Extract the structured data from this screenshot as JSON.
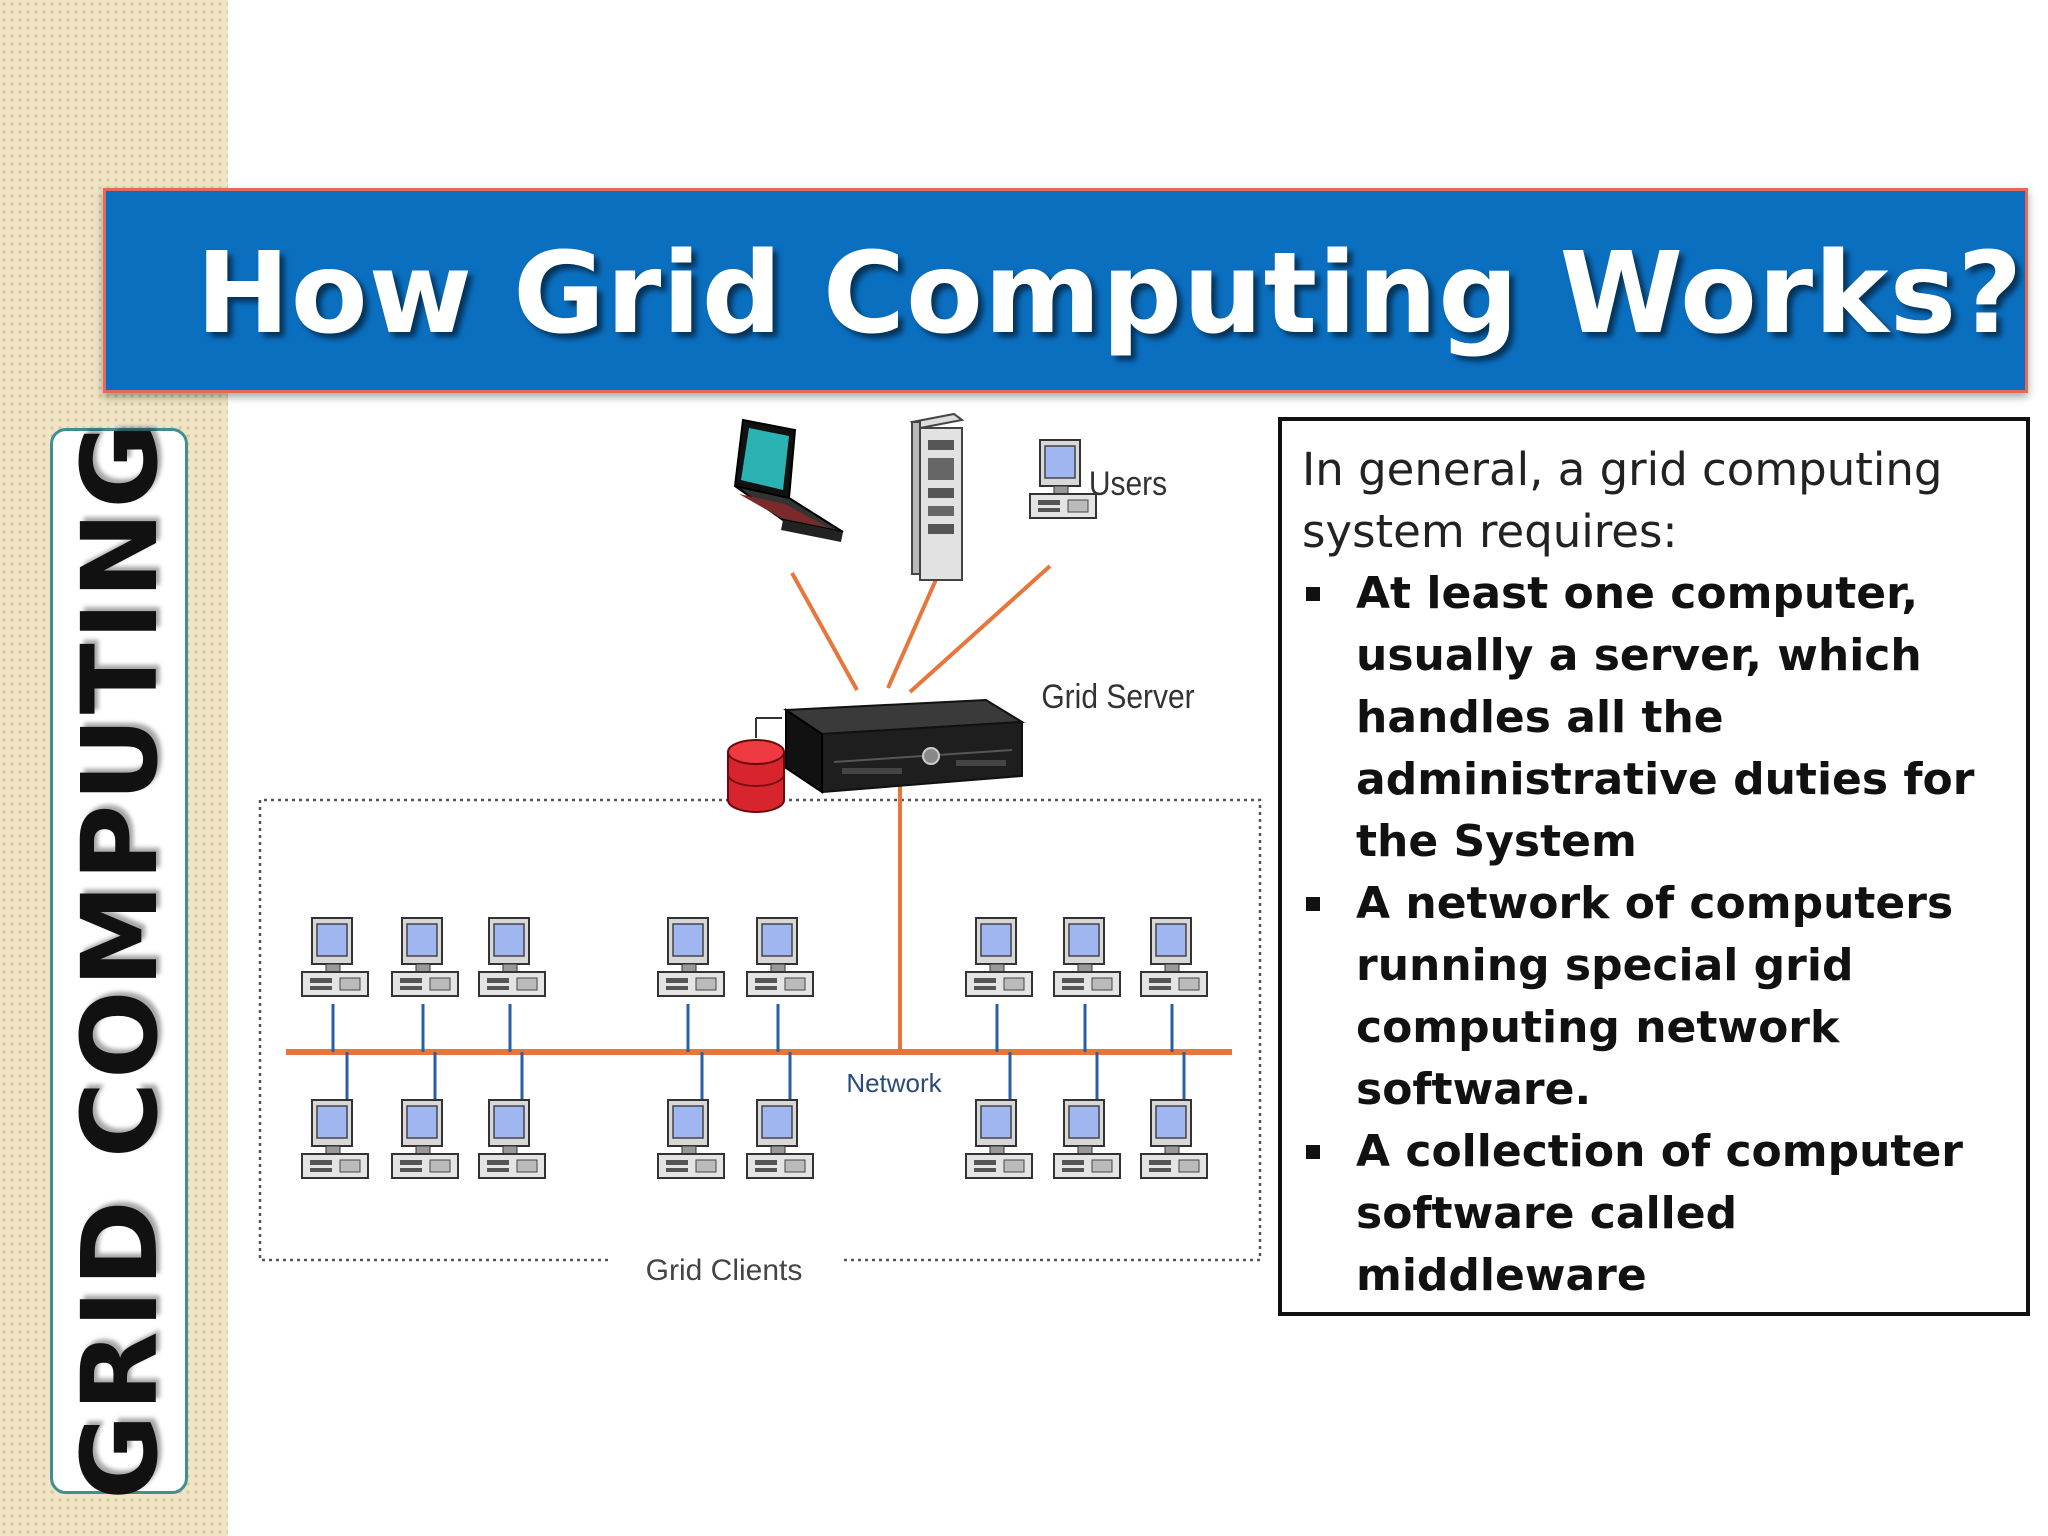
{
  "sidebar": {
    "vertical_title": "GRID COMPUTING"
  },
  "title": "How Grid Computing  Works?",
  "diagram": {
    "users_label": "Users",
    "server_label": "Grid Server",
    "network_label": "Network",
    "clients_label": "Grid Clients",
    "icons": [
      "laptop-icon",
      "tower-server-icon",
      "desktop-computer-icon",
      "rack-server-icon",
      "database-icon"
    ],
    "colors": {
      "link_line": "#e8763a",
      "client_line": "#2a5fa8",
      "database": "#d8242c",
      "screen": "#9fb6f0"
    }
  },
  "requirements": {
    "intro": "In general, a grid computing system requires:",
    "items": [
      "At least one computer, usually a server, which handles all the administrative duties for the System",
      "A network of computers running special grid computing network software.",
      "A collection of computer software called middleware"
    ]
  },
  "colors": {
    "title_bar": "#0b6fc0",
    "title_border": "#e26a58",
    "sidebar_border": "#3f8f92"
  }
}
